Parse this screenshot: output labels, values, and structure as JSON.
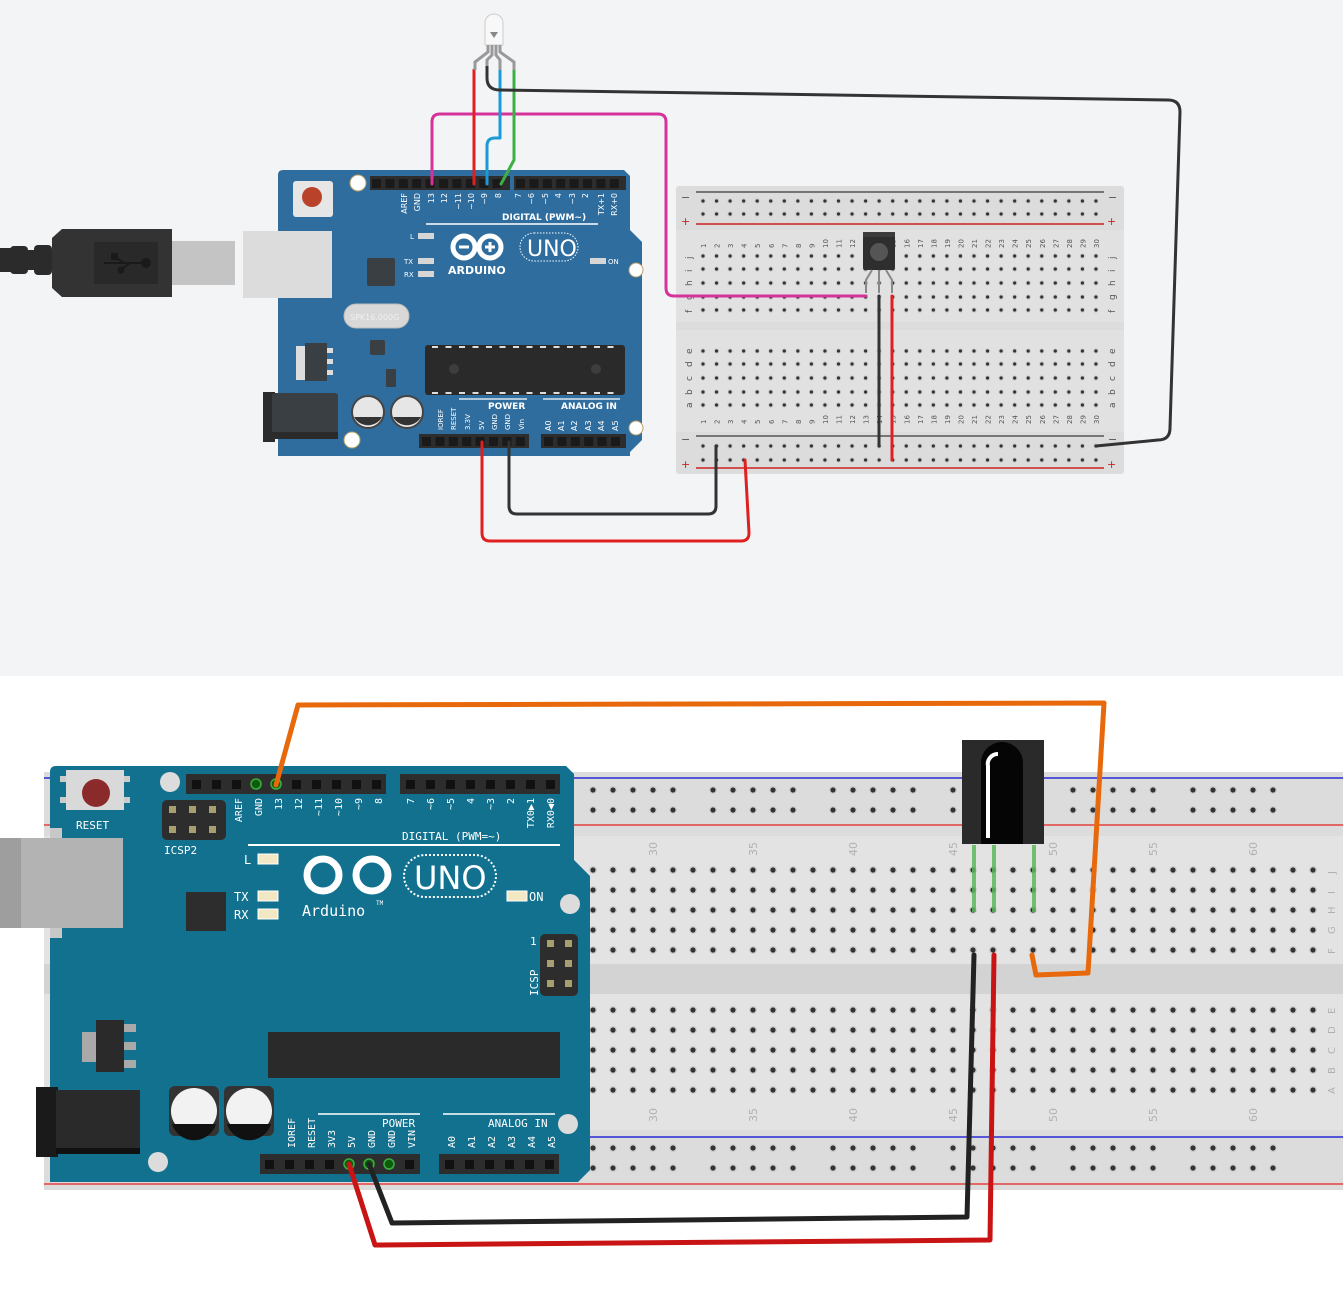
{
  "tinkercad": {
    "board": {
      "brand": "ARDUINO",
      "model": "UNO",
      "crystal": "SPK16.000G",
      "digital_header_label": "DIGITAL (PWM~)",
      "digital_pins": [
        "AREF",
        "GND",
        "13",
        "12",
        "~11",
        "~10",
        "~9",
        "8",
        "7",
        "~6",
        "~5",
        "4",
        "~3",
        "2",
        "TX+1",
        "RX+0"
      ],
      "power_label": "POWER",
      "power_pins": [
        "IOREF",
        "RESET",
        "3.3V",
        "5V",
        "GND",
        "GND",
        "Vin"
      ],
      "analog_label": "ANALOG IN",
      "analog_pins": [
        "A0",
        "A1",
        "A2",
        "A3",
        "A4",
        "A5"
      ],
      "led_labels": {
        "l": "L",
        "tx": "TX",
        "rx": "RX",
        "on": "ON"
      }
    },
    "breadboard": {
      "columns": [
        "1",
        "2",
        "3",
        "4",
        "5",
        "6",
        "7",
        "8",
        "9",
        "10",
        "11",
        "12",
        "13",
        "14",
        "15",
        "16",
        "17",
        "18",
        "19",
        "20",
        "21",
        "22",
        "23",
        "24",
        "25",
        "26",
        "27",
        "28",
        "29",
        "30"
      ],
      "rows_top": [
        "j",
        "i",
        "h",
        "g",
        "f"
      ],
      "rows_bottom": [
        "e",
        "d",
        "c",
        "b",
        "a"
      ],
      "rail_minus": "−",
      "rail_plus": "+"
    },
    "wires": [
      {
        "name": "rgb-red",
        "color": "#e02020"
      },
      {
        "name": "rgb-blue",
        "color": "#1a9ad6"
      },
      {
        "name": "rgb-green",
        "color": "#3cb043"
      },
      {
        "name": "rgb-common",
        "color": "#333333"
      },
      {
        "name": "ir-signal",
        "color": "#d6339a"
      },
      {
        "name": "gnd",
        "color": "#333333"
      },
      {
        "name": "5v",
        "color": "#e02020"
      }
    ]
  },
  "fritzing": {
    "board": {
      "brand": "Arduino",
      "trademark": "TM",
      "model": "UNO",
      "reset_label": "RESET",
      "icsp2_label": "ICSP2",
      "icsp_label": "ICSP",
      "icsp_pin1": "1",
      "digital_header_label": "DIGITAL (PWM=~)",
      "digital_pins": [
        "AREF",
        "GND",
        "13",
        "12",
        "~11",
        "~10",
        "~9",
        "8",
        "7",
        "~6",
        "~5",
        "4",
        "~3",
        "2",
        "TX0▶1",
        "RX0◀0"
      ],
      "power_label": "POWER",
      "power_pins": [
        "IOREF",
        "RESET",
        "3V3",
        "5V",
        "GND",
        "GND",
        "VIN"
      ],
      "analog_label": "ANALOG IN",
      "analog_pins": [
        "A0",
        "A1",
        "A2",
        "A3",
        "A4",
        "A5"
      ],
      "led_labels": {
        "l": "L",
        "tx": "TX",
        "rx": "RX",
        "on": "ON"
      }
    },
    "breadboard": {
      "column_markers": [
        "30",
        "35",
        "40",
        "45",
        "50",
        "55",
        "60"
      ],
      "rows_top": [
        "J",
        "I",
        "H",
        "G",
        "F"
      ],
      "rows_bottom": [
        "E",
        "D",
        "C",
        "B",
        "A"
      ]
    },
    "wires": [
      {
        "name": "signal",
        "color": "#e8690b"
      },
      {
        "name": "gnd",
        "color": "#222222"
      },
      {
        "name": "5v",
        "color": "#c81414"
      }
    ]
  },
  "colors": {
    "tinkercad_board": "#2e6d9e",
    "fritzing_board": "#11718f",
    "breadboard": "#dcdcdc",
    "top_bg": "#f3f4f6"
  }
}
